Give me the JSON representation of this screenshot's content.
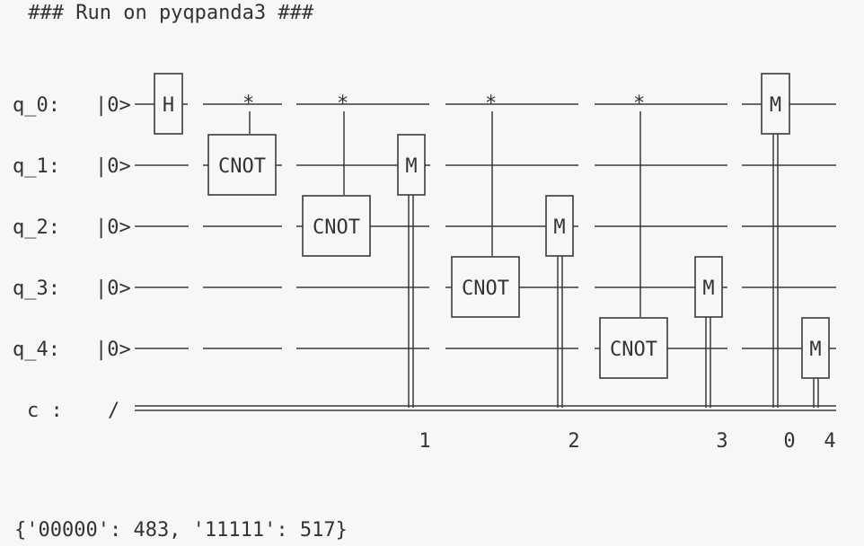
{
  "header": {
    "text": " ### Run on pyqpanda3 ###"
  },
  "circuit": {
    "qubits": [
      {
        "label": "q_0:",
        "init": "|0>"
      },
      {
        "label": "q_1:",
        "init": "|0>"
      },
      {
        "label": "q_2:",
        "init": "|0>"
      },
      {
        "label": "q_3:",
        "init": "|0>"
      },
      {
        "label": "q_4:",
        "init": "|0>"
      }
    ],
    "classical": {
      "label": "c :",
      "marker": "/"
    },
    "control_symbol": "*",
    "gate_labels": {
      "h": "H",
      "cnot": "CNOT",
      "measure": "M"
    },
    "measure_bits": [
      "1",
      "2",
      "3",
      "0",
      "4"
    ]
  },
  "result": {
    "text": "{'00000': 483, '11111': 517}"
  }
}
